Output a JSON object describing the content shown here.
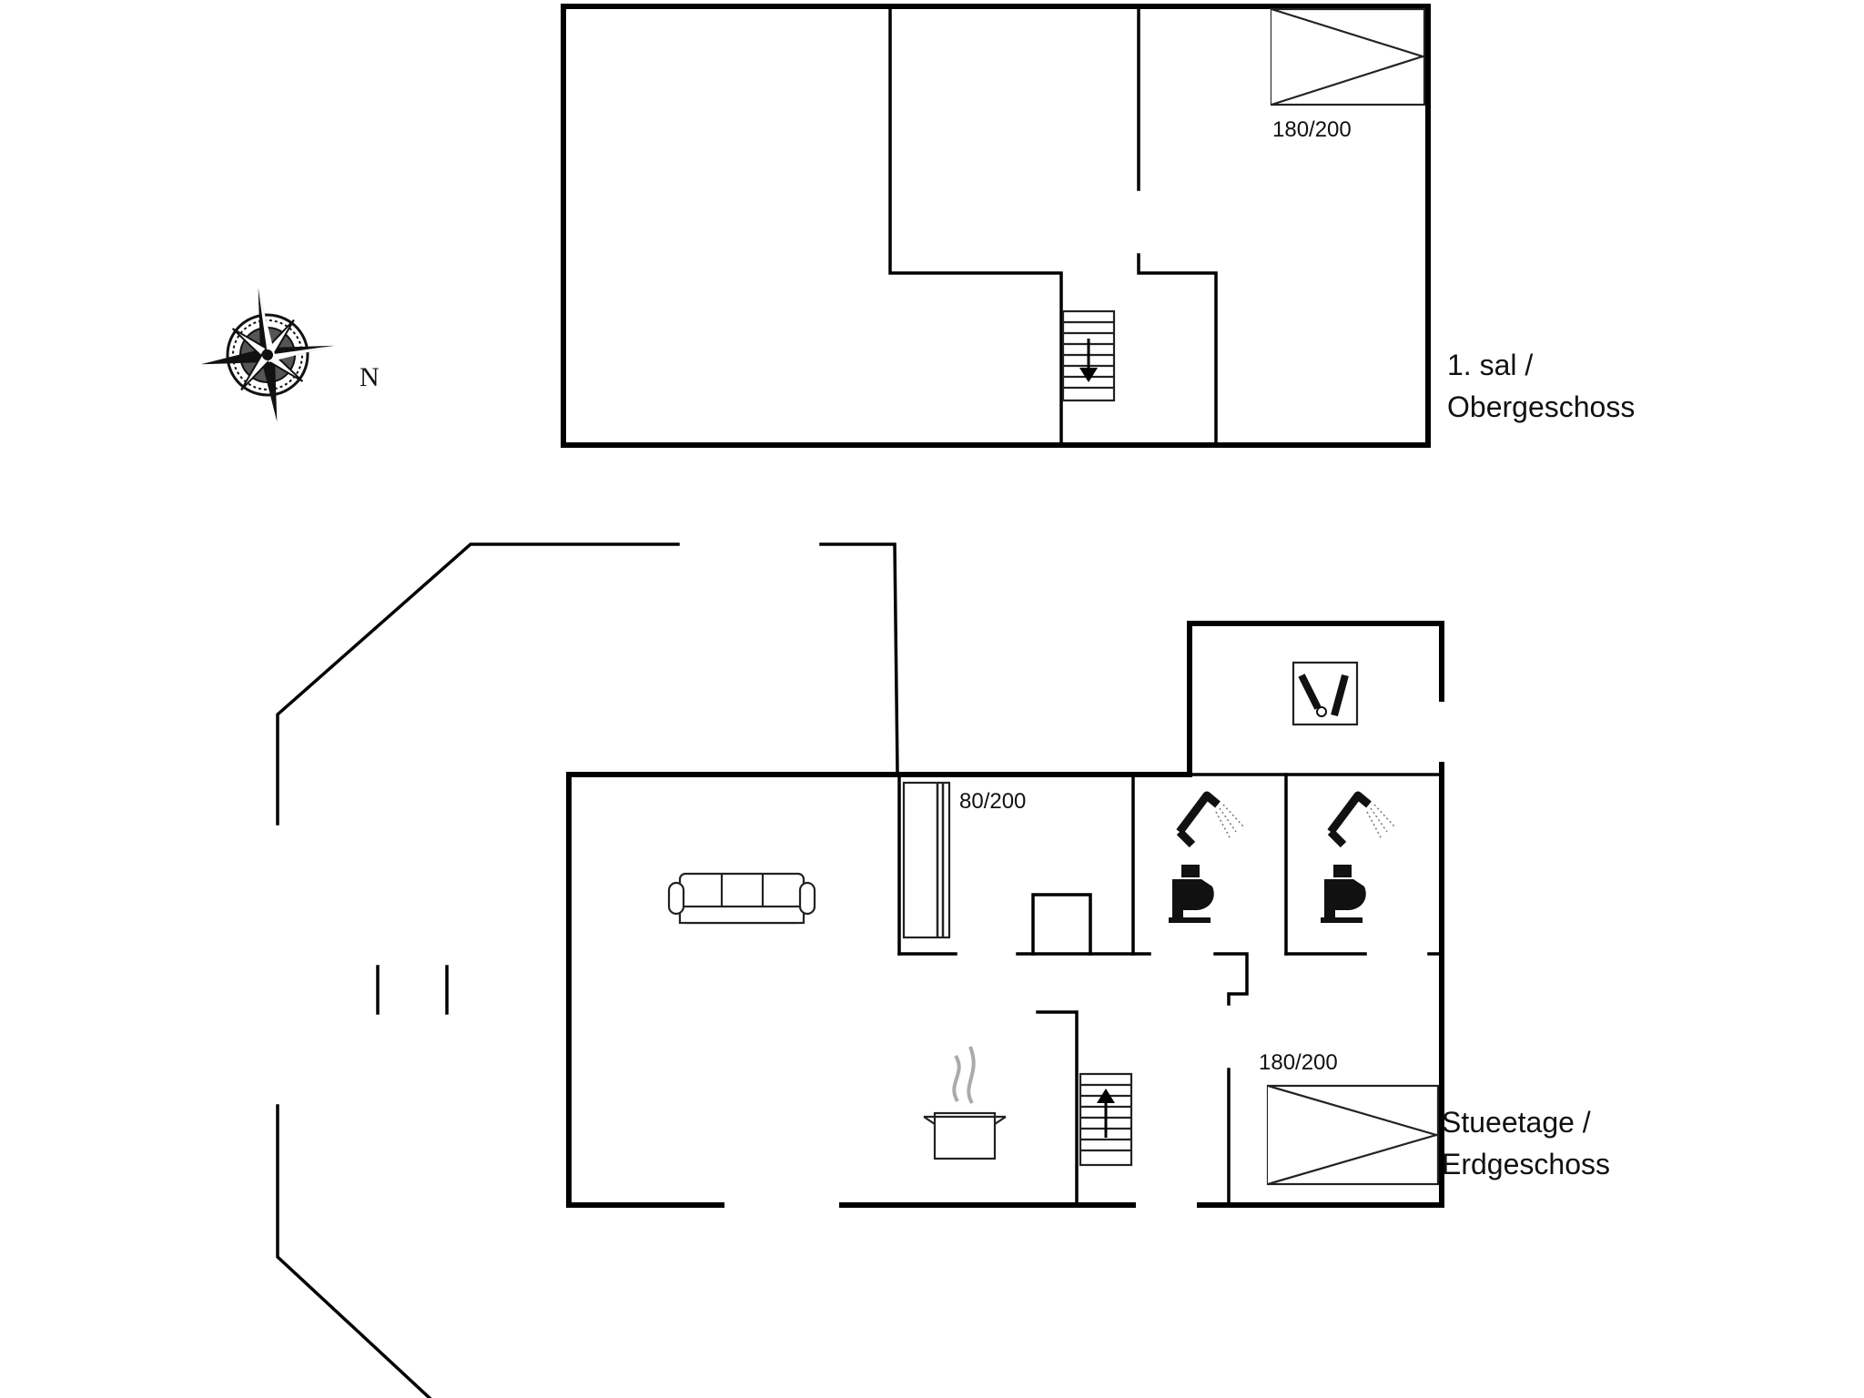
{
  "floors": {
    "upper": {
      "label_line1": "1. sal /",
      "label_line2": "Obergeschoss"
    },
    "ground": {
      "label_line1": "Stueetage /",
      "label_line2": "Erdgeschoss"
    }
  },
  "beds": {
    "upper_bedroom": "180/200",
    "ground_single": "80/200",
    "ground_bedroom": "180/200"
  },
  "compass": {
    "north": "N"
  },
  "icons": [
    "compass-rose-icon",
    "stairs-down-icon",
    "stairs-up-icon",
    "sofa-icon",
    "cooking-pot-icon",
    "shower-icon",
    "toilet-icon",
    "utility-room-icon"
  ]
}
